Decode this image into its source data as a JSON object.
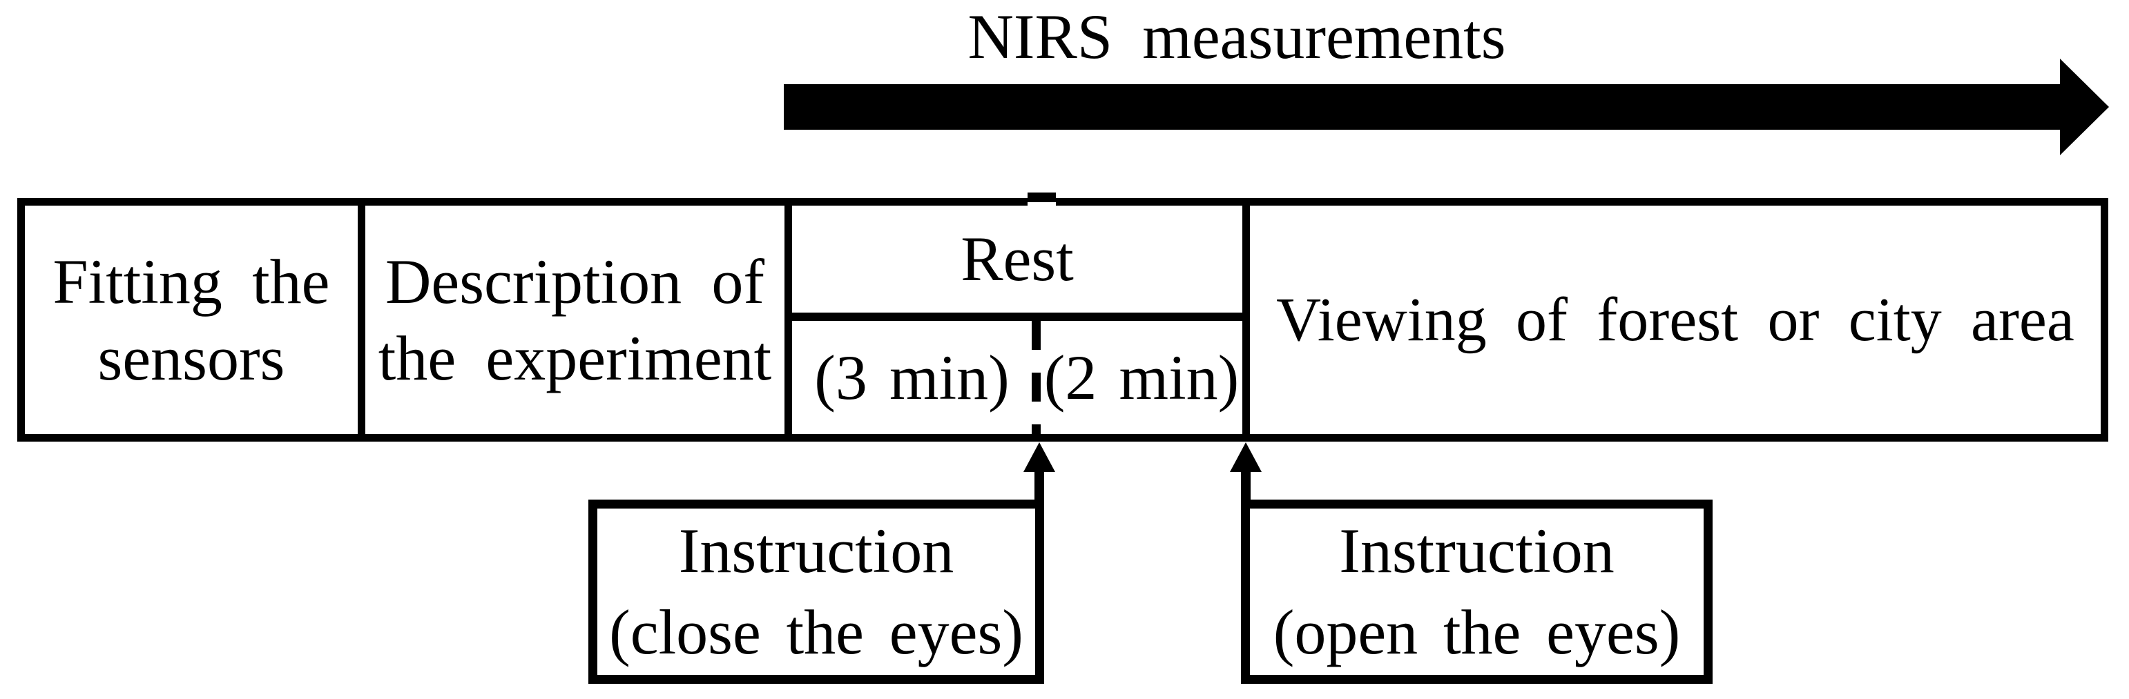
{
  "title": {
    "label": "NIRS measurements"
  },
  "timeline": {
    "fitting": {
      "lines": [
        "Fitting the",
        "sensors"
      ]
    },
    "description": {
      "lines": [
        "Description of",
        "the experiment"
      ]
    },
    "rest": {
      "label": "Rest",
      "phase1_duration": "(3 min)",
      "phase2_duration": "(2 min)"
    },
    "viewing": {
      "label": "Viewing of forest or city area"
    }
  },
  "annotations": {
    "instruction_close": {
      "lines": [
        "Instruction",
        "(close the eyes)"
      ]
    },
    "instruction_open": {
      "lines": [
        "Instruction",
        "(open the eyes)"
      ]
    }
  },
  "colors": {
    "ink": "#000000",
    "background": "#ffffff"
  }
}
